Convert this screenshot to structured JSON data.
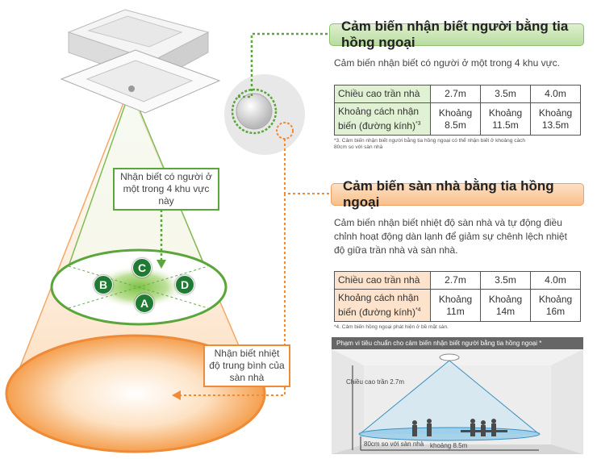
{
  "callouts": {
    "human_detect": "Nhận biết có người ở một trong 4 khu vực này",
    "floor_temp": "Nhận biết nhiệt độ trung bình của sàn nhà"
  },
  "zones": [
    "A",
    "B",
    "C",
    "D"
  ],
  "human_sensor": {
    "title": "Cảm biến nhận biết người bằng tia hồng ngoại",
    "description": "Cảm biến nhận biết có người ở một trong 4 khu vực.",
    "table": {
      "row1_label": "Chiều cao trần nhà",
      "row1_values": [
        "2.7m",
        "3.5m",
        "4.0m"
      ],
      "row2_label": "Khoảng cách nhận biến (đường kính)",
      "row2_footnote_mark": "*3",
      "row2_values": [
        [
          "Khoảng",
          "8.5m"
        ],
        [
          "Khoảng",
          "11.5m"
        ],
        [
          "Khoảng",
          "13.5m"
        ]
      ]
    },
    "footnote": "*3. Cảm biến nhận biết người bằng tia hồng ngoại có thể nhận biết ở khoảng cách 80cm so với sàn nhà"
  },
  "floor_sensor": {
    "title": "Cảm biến sàn nhà bằng tia hồng ngoại",
    "description": "Cảm biến nhận biết nhiệt độ sàn nhà và tự động điều chỉnh hoạt động dàn lạnh để giảm sự chênh lệch nhiệt độ giữa trần nhà và sàn nhà.",
    "table": {
      "row1_label": "Chiều cao trần nhà",
      "row1_values": [
        "2.7m",
        "3.5m",
        "4.0m"
      ],
      "row2_label": "Khoảng cách nhận biến (đường kính)",
      "row2_footnote_mark": "*4",
      "row2_values": [
        [
          "Khoảng",
          "11m"
        ],
        [
          "Khoảng",
          "14m"
        ],
        [
          "Khoảng",
          "16m"
        ]
      ]
    },
    "footnote": "*4. Cảm biến hồng ngoại phát hiện ở bề mặt sàn."
  },
  "photo": {
    "caption": "Phạm vi tiêu chuẩn cho cảm biến nhận biết người bằng tia hồng ngoại *",
    "ceiling_height": "Chiều cao trần 2.7m",
    "floor_offset": "80cm so với sàn nhà",
    "distance": "khoảng 8.5m"
  },
  "colors": {
    "green_accent": "#5aa63c",
    "green_header": "#c7e2b0",
    "orange_accent": "#ef8a36",
    "orange_header": "#fad0aa",
    "zone_green": "#1f7a33"
  }
}
